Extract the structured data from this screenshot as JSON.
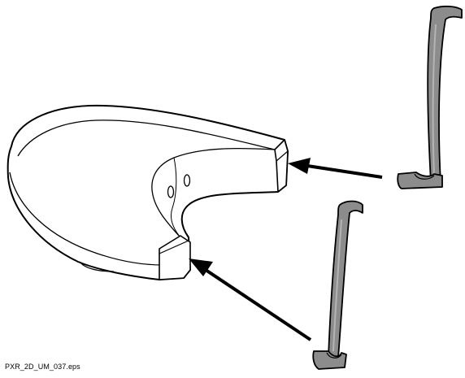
{
  "figure": {
    "caption": "PXR_2D_UM_037.eps"
  },
  "colors": {
    "outline": "#000000",
    "part_fill": "#ffffff",
    "support_fill": "#8c8c8c",
    "support_highlight": "#b4b4b4",
    "arrow": "#000000"
  },
  "parts": {
    "main_part": "chin-rest-base",
    "inserts": [
      "upper-side-support",
      "lower-side-support"
    ],
    "arrows": 2
  }
}
